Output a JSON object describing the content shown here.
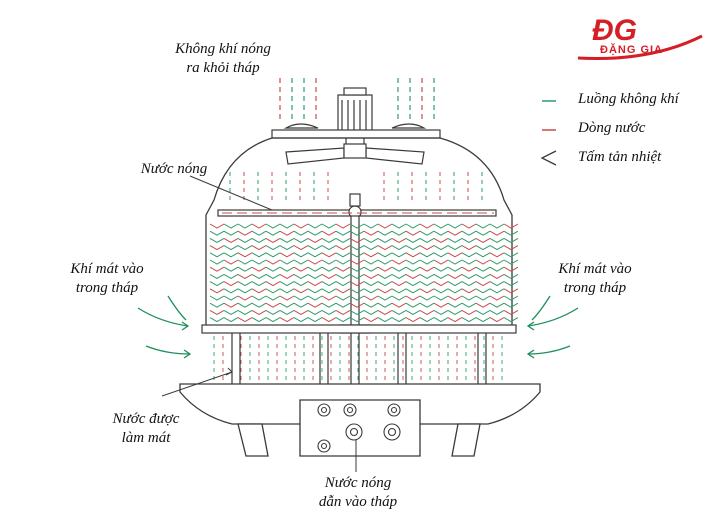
{
  "logo": {
    "mark": "ĐG",
    "name": "ĐẶNG GIA",
    "color": "#d41f26"
  },
  "labels": {
    "hot_air_out_1": "Không khí nóng",
    "hot_air_out_2": "ra khỏi tháp",
    "hot_water": "Nước nóng",
    "cool_air_left_1": "Khí mát vào",
    "cool_air_left_2": "trong tháp",
    "cool_air_right_1": "Khí mát vào",
    "cool_air_right_2": "trong tháp",
    "cooled_water_1": "Nước được",
    "cooled_water_2": "làm mát",
    "hot_water_in_1": "Nước nóng",
    "hot_water_in_2": "dẫn vào tháp"
  },
  "legend": {
    "air_flow": "Luồng không khí",
    "water_flow": "Dòng nước",
    "heat_sheet": "Tấm tản nhiệt"
  },
  "colors": {
    "air": "#2e9b6a",
    "water": "#c94b4b",
    "line": "#3a3a3a",
    "cool_arrow": "#1f8f5a"
  }
}
